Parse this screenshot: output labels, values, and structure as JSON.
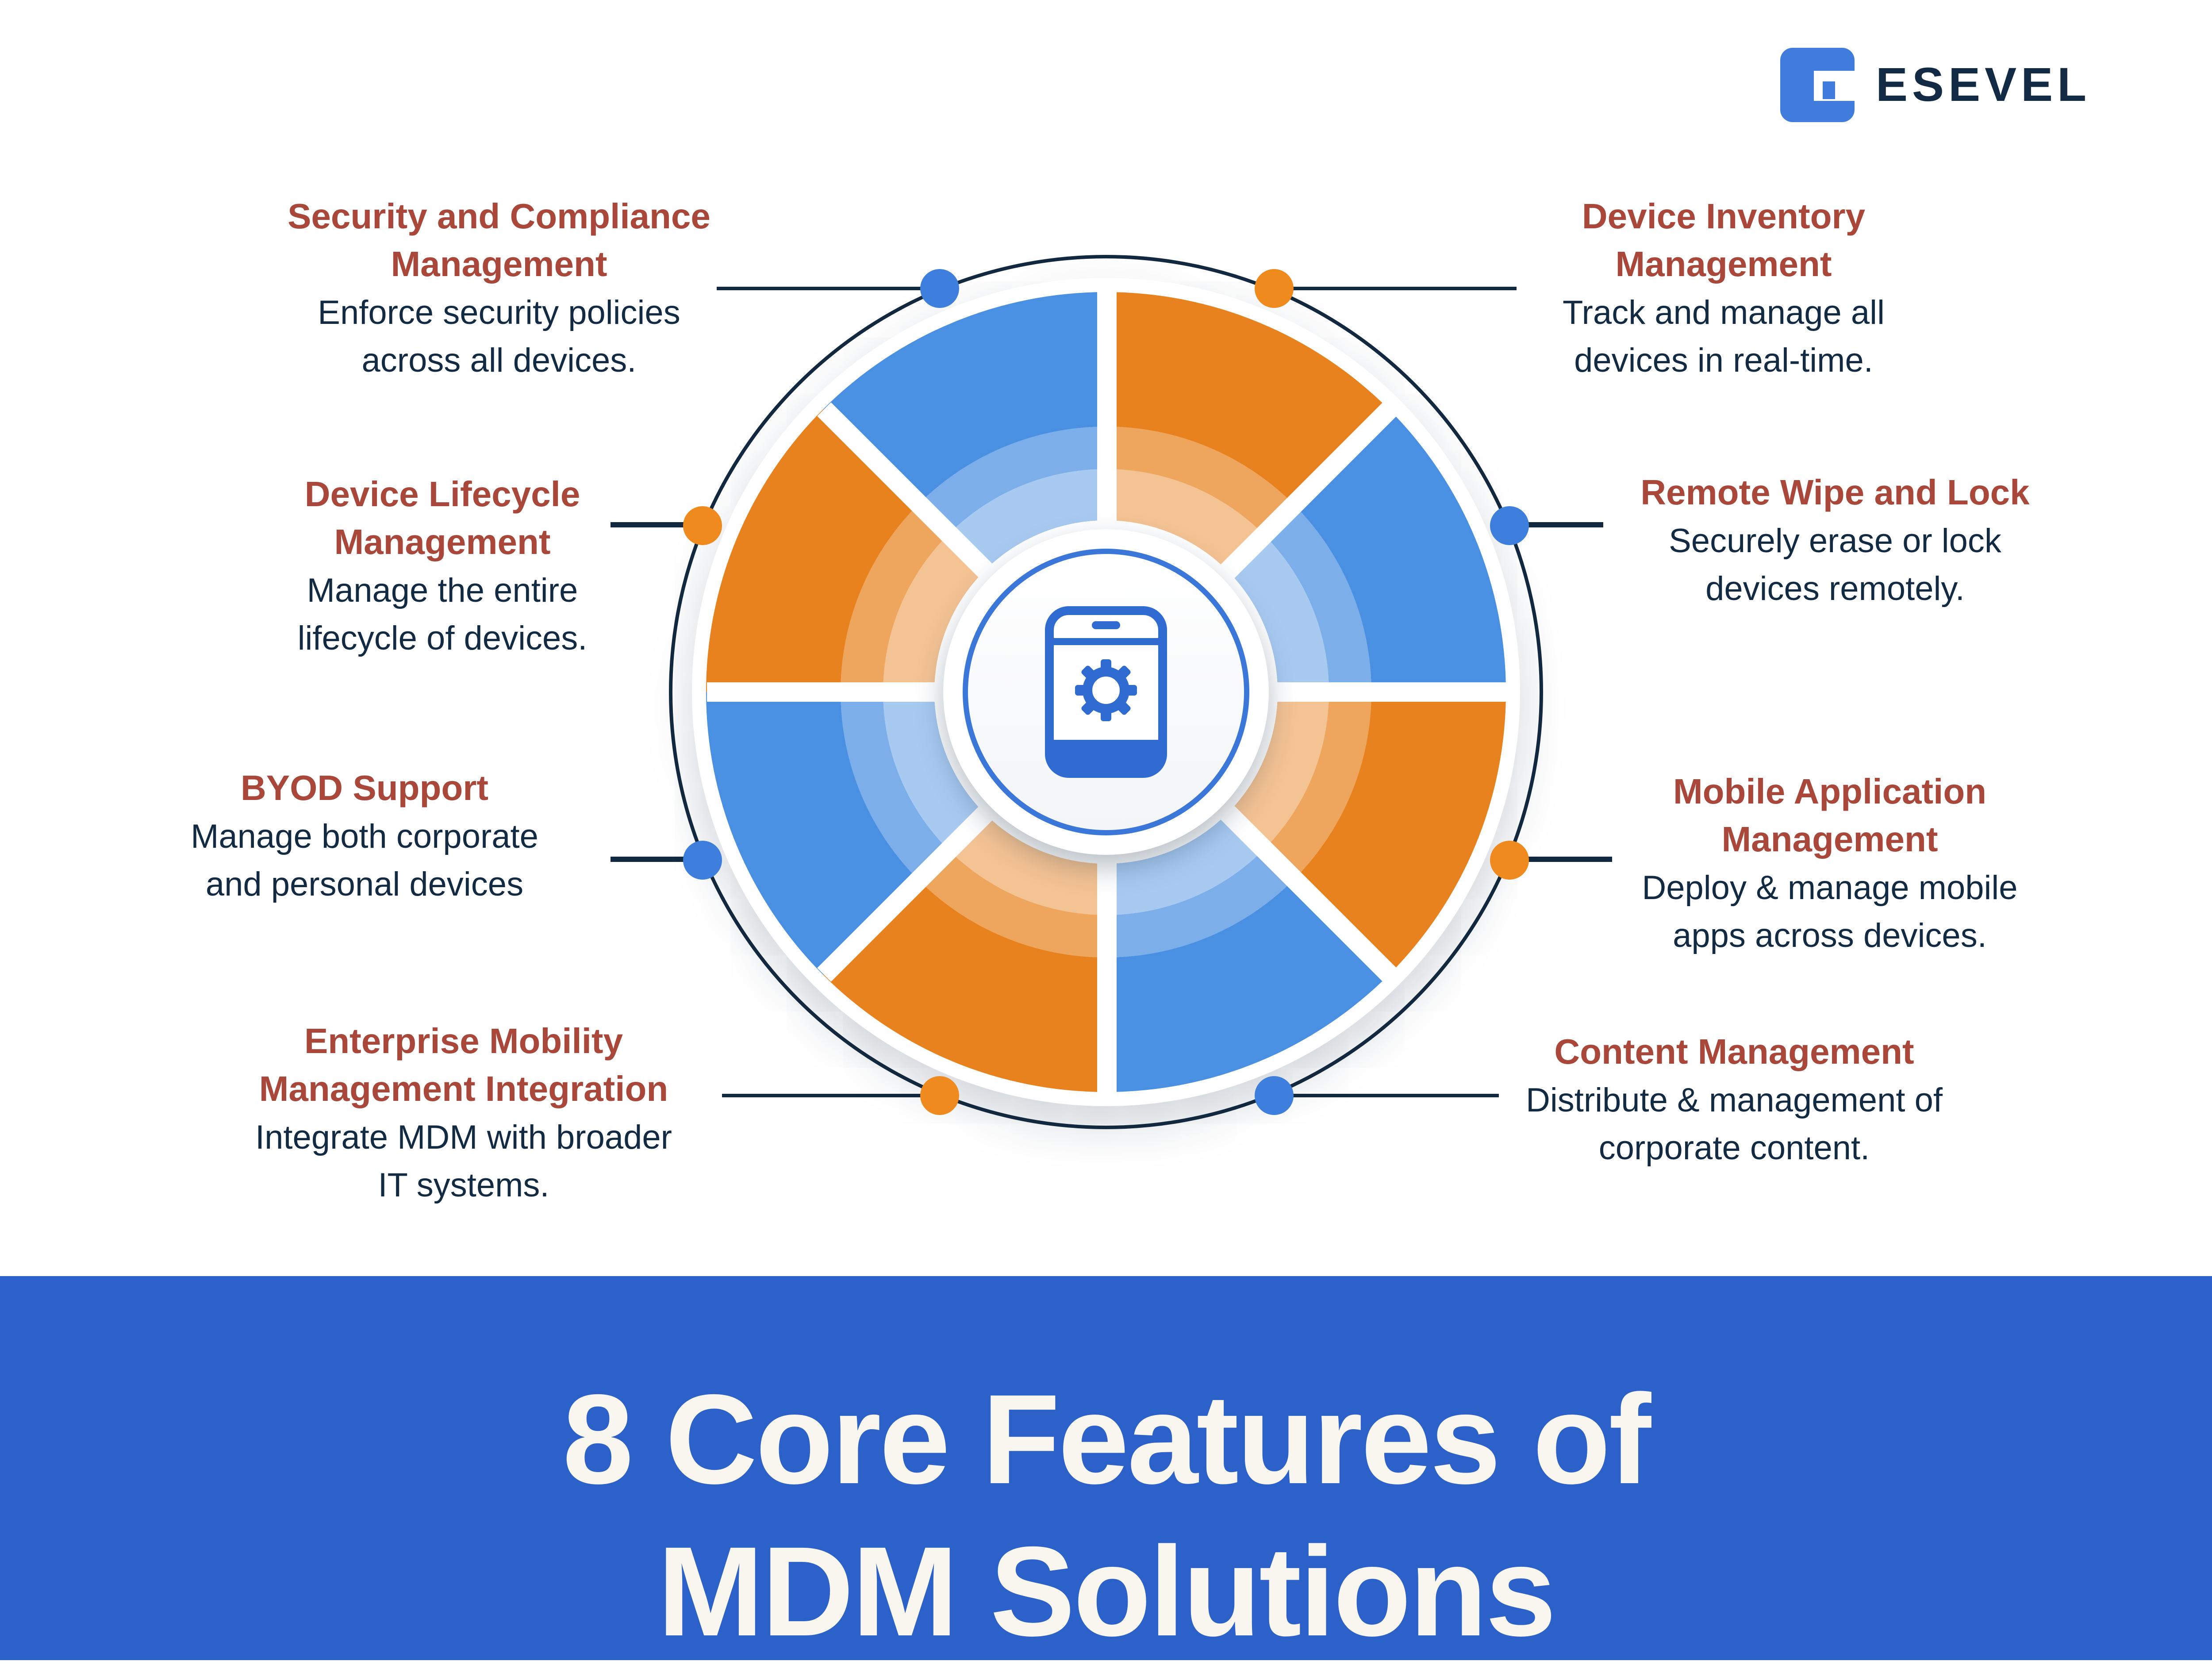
{
  "brand": {
    "name": "ESEVEL"
  },
  "banner": {
    "title_line1": "8 Core Features of",
    "title_line2": "MDM Solutions"
  },
  "center_icon": "phone-with-gear",
  "colors": {
    "heading_red": "#A8473A",
    "body_navy": "#122A42",
    "connector_navy": "#13293F",
    "segment_blue": "#4A90E2",
    "segment_orange": "#E8821E",
    "dot_blue": "#3E7EDD",
    "dot_orange": "#EF8A1F",
    "hub_ring_blue": "#3B76D9",
    "icon_blue": "#2F6BD0",
    "banner_blue": "#2B61C8",
    "banner_text": "#F9F6F0",
    "logo_blue": "#3F7CDB"
  },
  "wheel": {
    "segment_order_clockwise_from_top": [
      "orange",
      "blue",
      "orange",
      "blue",
      "orange",
      "blue",
      "orange",
      "blue"
    ],
    "segment_count": 8
  },
  "features": [
    {
      "heading_lines": [
        "Security and Compliance",
        "Management"
      ],
      "desc_lines": [
        "Enforce security policies",
        "across all devices."
      ],
      "position": "top-left",
      "dot_color": "blue"
    },
    {
      "heading_lines": [
        "Device Lifecycle",
        "Management"
      ],
      "desc_lines": [
        "Manage the entire",
        "lifecycle of devices."
      ],
      "position": "left-upper",
      "dot_color": "orange"
    },
    {
      "heading_lines": [
        "BYOD Support"
      ],
      "desc_lines": [
        "Manage both corporate",
        "and personal devices"
      ],
      "position": "left-lower",
      "dot_color": "blue"
    },
    {
      "heading_lines": [
        "Enterprise Mobility",
        "Management Integration"
      ],
      "desc_lines": [
        "Integrate MDM with broader",
        "IT systems."
      ],
      "position": "bottom-left",
      "dot_color": "orange"
    },
    {
      "heading_lines": [
        "Device Inventory",
        "Management"
      ],
      "desc_lines": [
        "Track and manage all",
        "devices in real-time."
      ],
      "position": "top-right",
      "dot_color": "orange"
    },
    {
      "heading_lines": [
        "Remote Wipe and Lock"
      ],
      "desc_lines": [
        "Securely erase or lock",
        "devices remotely."
      ],
      "position": "right-upper",
      "dot_color": "blue"
    },
    {
      "heading_lines": [
        "Mobile Application",
        "Management"
      ],
      "desc_lines": [
        "Deploy & manage mobile",
        "apps across devices."
      ],
      "position": "right-lower",
      "dot_color": "orange"
    },
    {
      "heading_lines": [
        "Content Management"
      ],
      "desc_lines": [
        "Distribute & management of",
        "corporate content."
      ],
      "position": "bottom-right",
      "dot_color": "blue"
    }
  ]
}
